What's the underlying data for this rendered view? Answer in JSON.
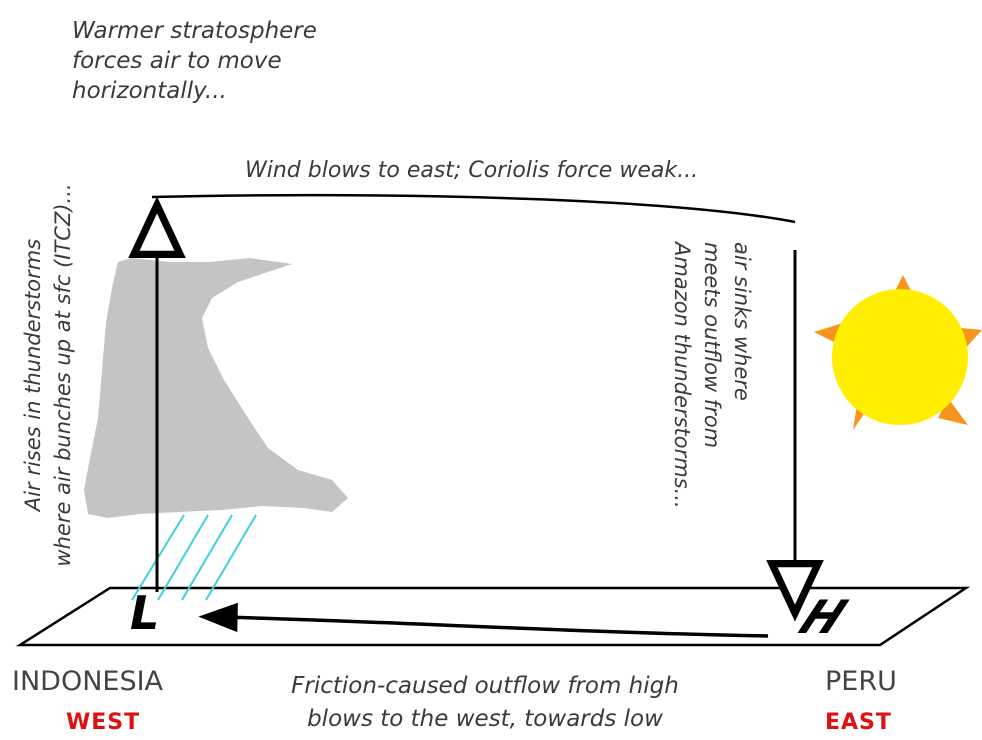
{
  "annotations": {
    "stratosphere": [
      "Warmer stratosphere",
      "forces air to move",
      "horizontally..."
    ],
    "wind_east": "Wind blows to east; Coriolis force weak...",
    "air_rises": [
      "Air rises in thunderstorms",
      "where air bunches up at sfc (ITCZ)..."
    ],
    "air_sinks": [
      "air sinks where",
      "meets outflow from",
      "Amazon thunderstorms..."
    ],
    "outflow": [
      "Friction-caused outflow from high",
      "blows to the west, towards low"
    ]
  },
  "pressure": {
    "low": "L",
    "high": "H"
  },
  "locations": {
    "west": {
      "name": "INDONESIA",
      "direction": "WEST"
    },
    "east": {
      "name": "PERU",
      "direction": "EAST"
    }
  },
  "colors": {
    "cloud": "#c4c4c4",
    "rain": "#3fd0e0",
    "sun": "#ffee00",
    "sun_rays": "#f7941d",
    "direction_text": "#e01010",
    "lines": "#000000"
  }
}
